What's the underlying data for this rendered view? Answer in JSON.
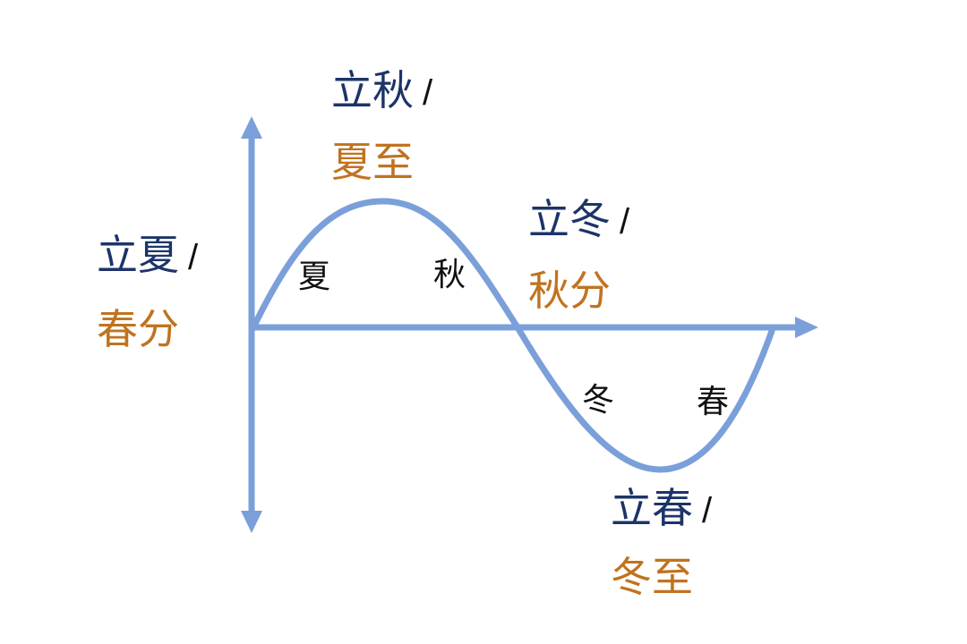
{
  "colors": {
    "axis": "#7b9fd9",
    "navy": "#1c3468",
    "orange": "#c0731f"
  },
  "labels": {
    "lixia": {
      "term": "立夏",
      "sep": "/",
      "equiv": "春分"
    },
    "liqiu": {
      "term": "立秋",
      "sep": "/",
      "equiv": "夏至"
    },
    "lidong": {
      "term": "立冬",
      "sep": "/",
      "equiv": "秋分"
    },
    "lichun": {
      "term": "立春",
      "sep": "/",
      "equiv": "冬至"
    }
  },
  "seasons": {
    "summer": "夏",
    "autumn": "秋",
    "winter": "冬",
    "spring": "春"
  }
}
